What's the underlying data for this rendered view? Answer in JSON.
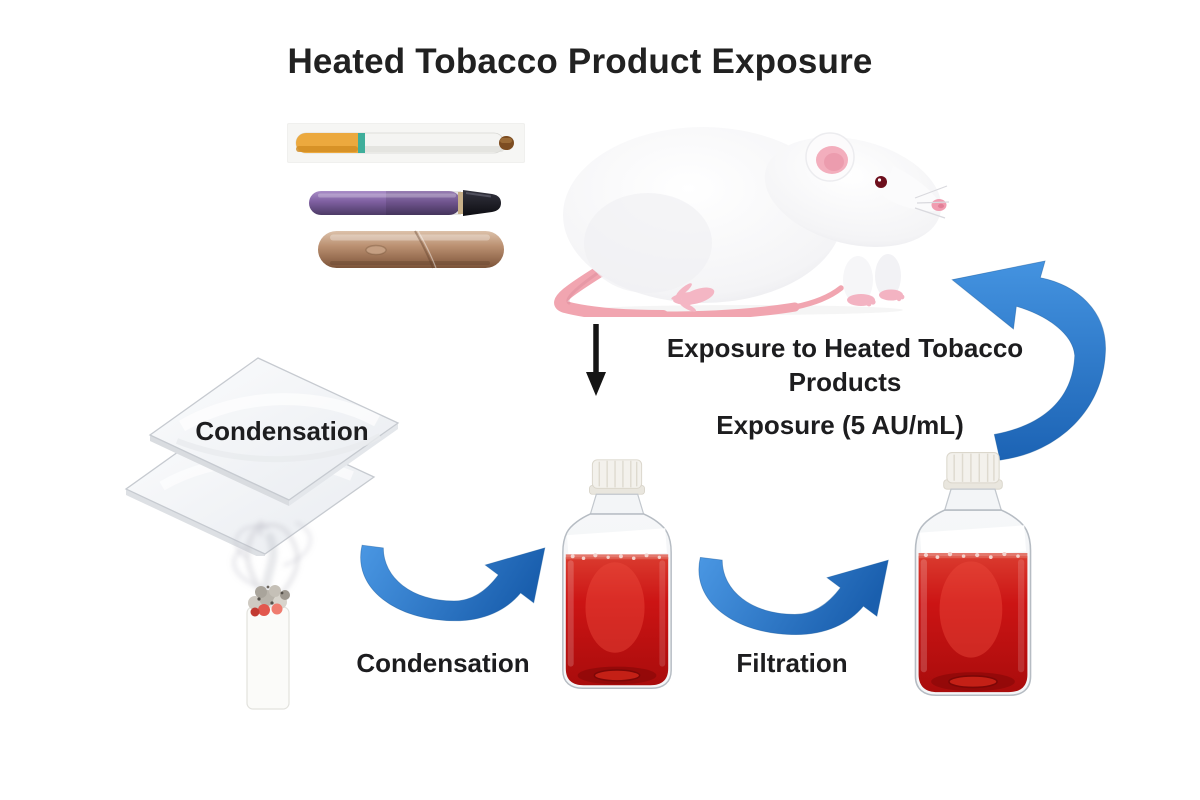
{
  "title": "Heated Tobacco Product Exposure",
  "flow": {
    "plate_label": "Condensation",
    "condensation_label": "Condensation",
    "filtration_label": "Filtration",
    "exposure_caption_line1": "Exposure to Heated Tobacco",
    "exposure_caption_line2": "Products",
    "exposure_dose": "Exposure (5 AU/mL)"
  },
  "illustrations": {
    "products": [
      "e-cigarette",
      "purple-vape-device",
      "bronze-heated-tobacco-device"
    ],
    "animal": "white-lab-rat",
    "plates": "condensation-collection-plates",
    "smoke_source": "burning-cigarette-with-smoke",
    "bottles": [
      "media-bottle-red-condensate",
      "media-bottle-red-filtered"
    ],
    "arrows": [
      "down-arrow",
      "condensation-curved-arrow",
      "filtration-curved-arrow",
      "exposure-cycle-arrow"
    ]
  },
  "colors": {
    "background": "#ffffff",
    "text": "#1d1d1f",
    "arrow_blue": "#2b7cd3",
    "arrow_blue_dark": "#1a5ca8",
    "black_arrow": "#151515",
    "liquid_red": "#c51111",
    "bottle_cap_white": "#f3f1ec",
    "cigarette_filter_orange": "#eca93e",
    "cigarette_band_teal": "#3fae9b",
    "cigarette_tip_brown": "#7d4d21",
    "device_purple": "#7e5fa0",
    "device_bronze": "#b98f70",
    "rat_pink": "#f2a7b4"
  }
}
